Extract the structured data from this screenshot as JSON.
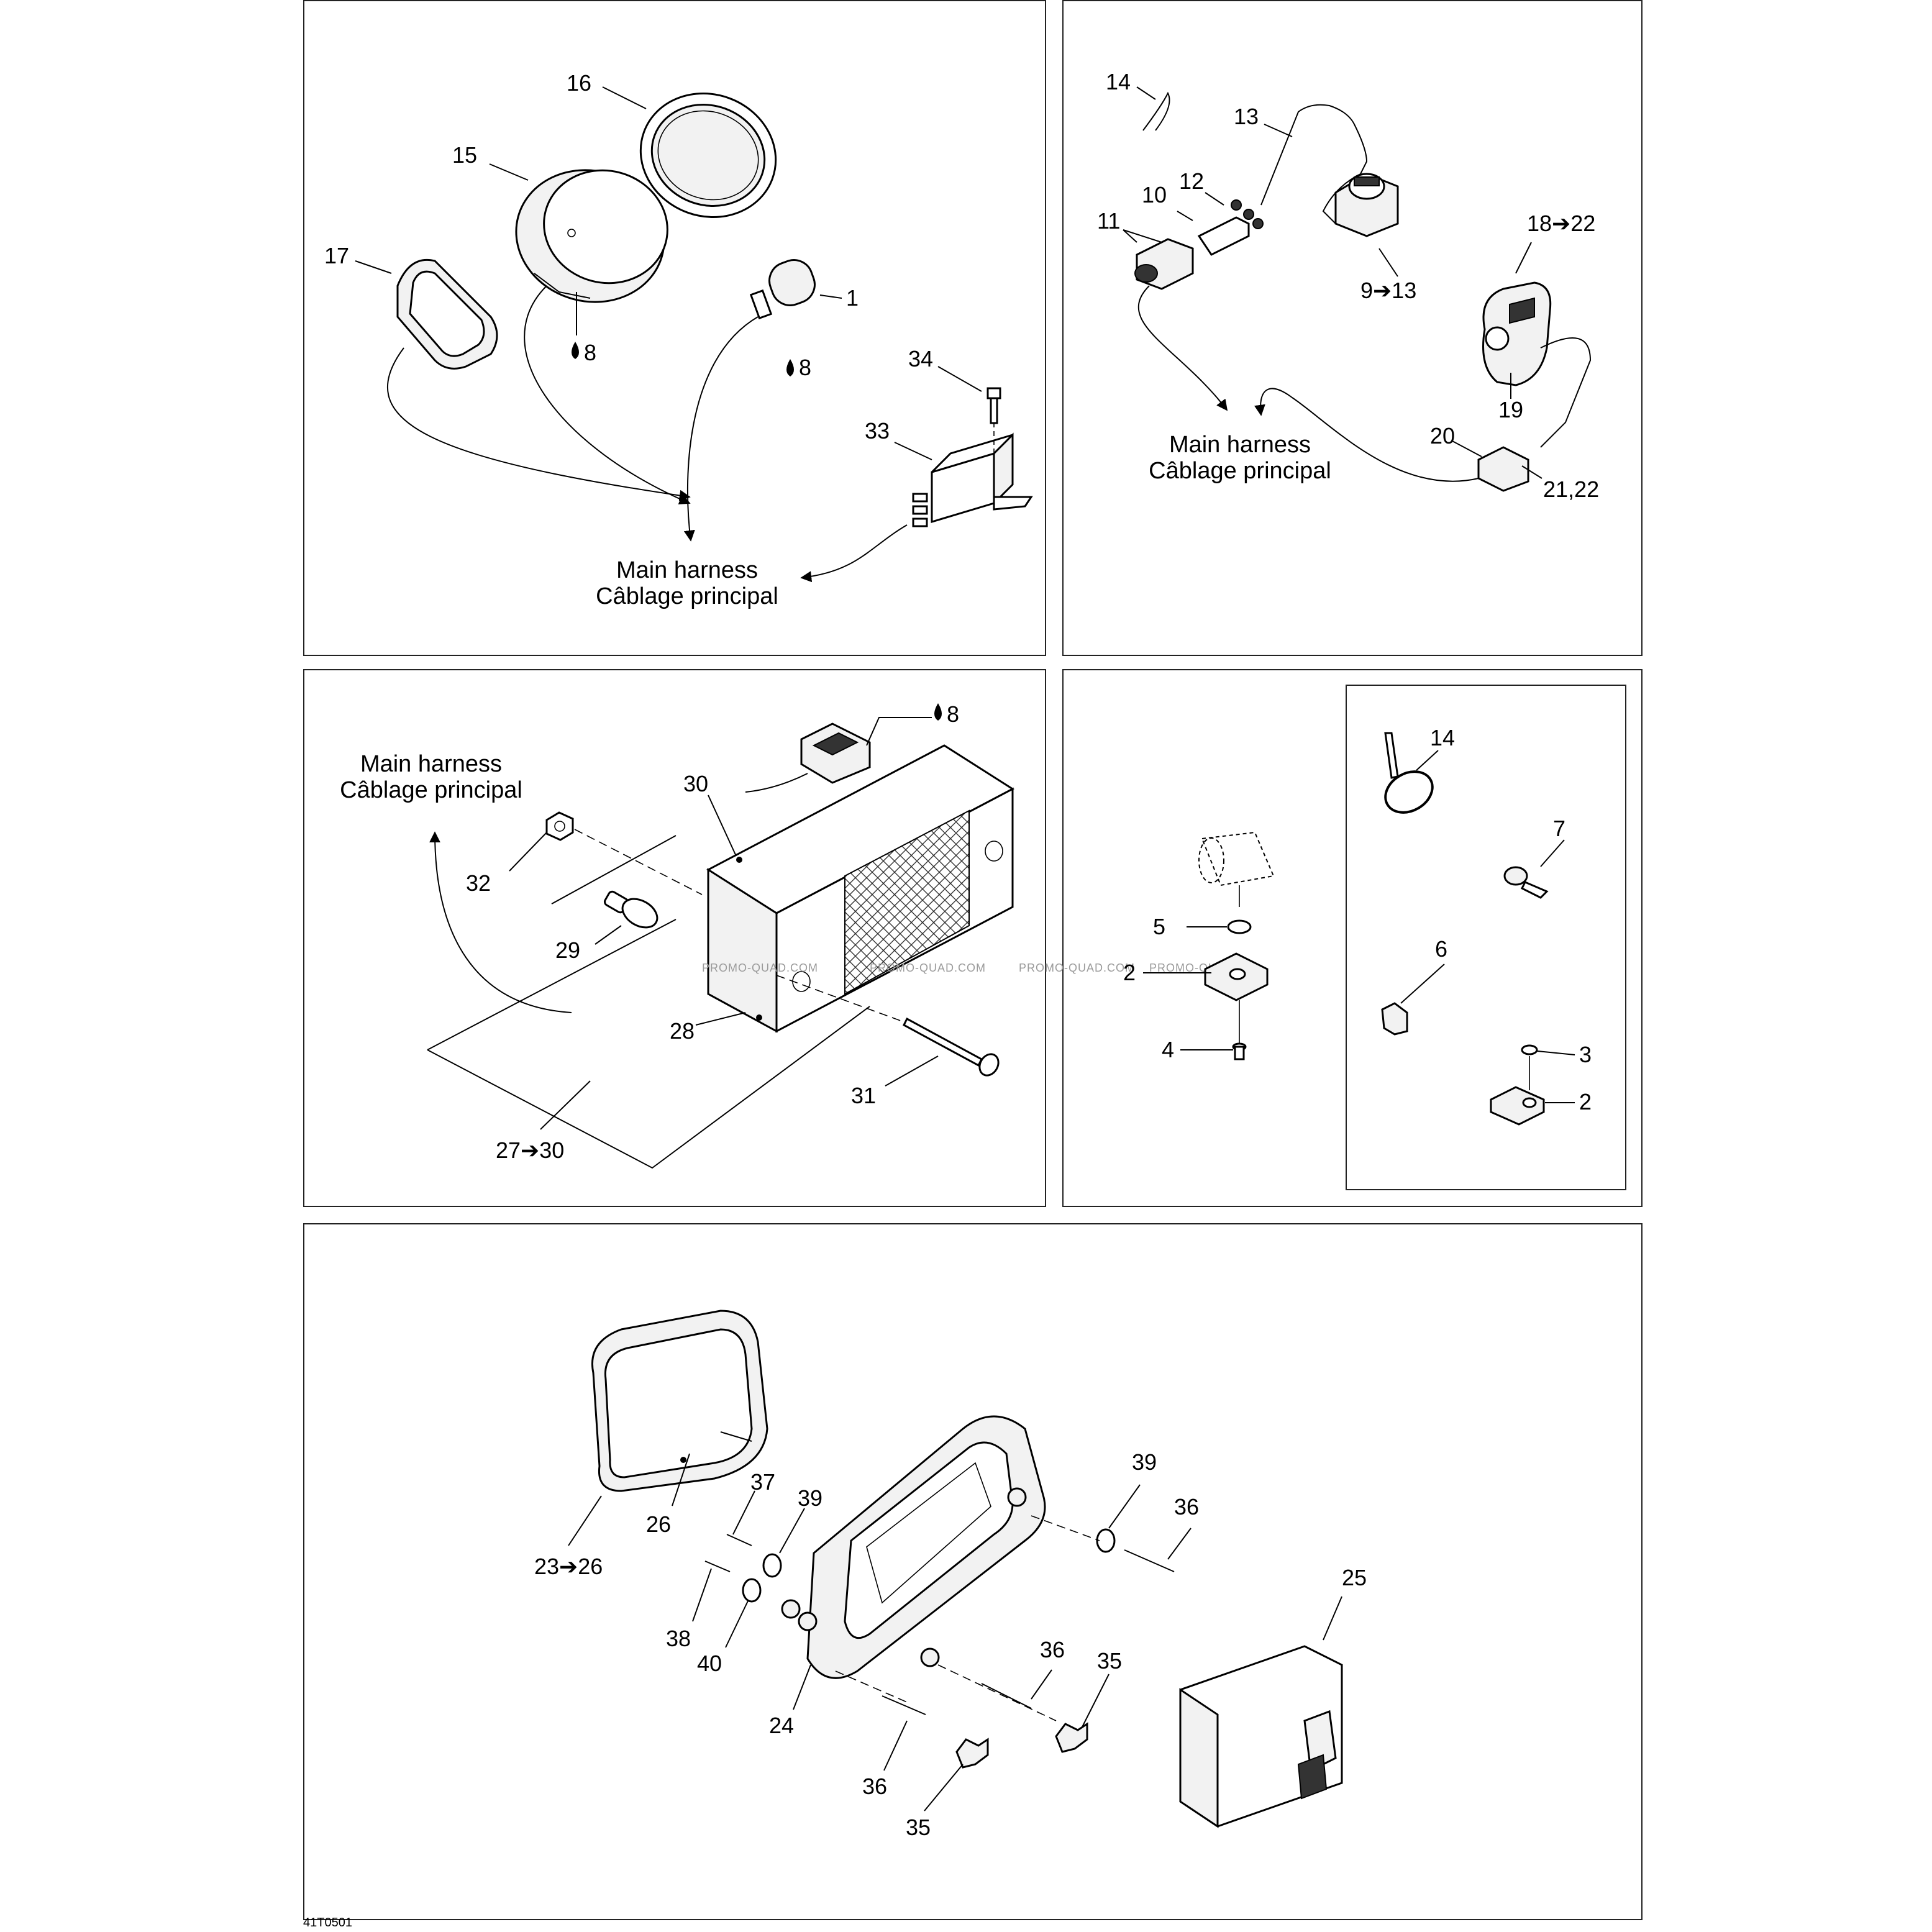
{
  "harness_labels": {
    "en": "Main harness",
    "fr": "Câblage principal"
  },
  "panel_top_left": {
    "labels": [
      "16",
      "15",
      "17",
      "1",
      "8",
      "8",
      "34",
      "33"
    ]
  },
  "panel_top_right": {
    "labels": [
      "14",
      "13",
      "12",
      "10",
      "11",
      "9➔13",
      "18➔22",
      "19",
      "20",
      "21,22"
    ]
  },
  "panel_mid_left": {
    "labels": [
      "8",
      "30",
      "32",
      "29",
      "28",
      "31",
      "27➔30"
    ]
  },
  "panel_mid_right": {
    "labels": [
      "5",
      "2",
      "4",
      "14",
      "7",
      "6",
      "3",
      "2"
    ]
  },
  "panel_bottom": {
    "labels": [
      "26",
      "23➔26",
      "37",
      "39",
      "38",
      "40",
      "24",
      "39",
      "36",
      "36",
      "35",
      "36",
      "35",
      "25"
    ]
  },
  "watermarks": [
    "PROMO-QUAD.COM",
    "PROMO-QUAD.COM",
    "PROMO-QUAD.COM",
    "PROMO-QU"
  ],
  "footer_code": "41T0501"
}
